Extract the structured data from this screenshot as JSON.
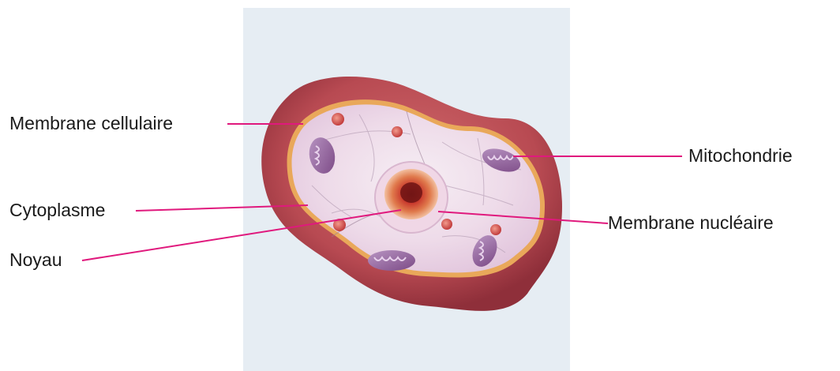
{
  "labels": {
    "membrane_cellulaire": "Membrane cellulaire",
    "cytoplasme": "Cytoplasme",
    "noyau": "Noyau",
    "mitochondrie": "Mitochondrie",
    "membrane_nucleaire": "Membrane nucléaire"
  },
  "colors": {
    "leader_line": "#e0197d",
    "background_panel": "#e6edf3",
    "cell_outer": "#b84a52",
    "cell_rim": "#e9a85a",
    "cytoplasm": "#f1e2ee",
    "nucleus": "#d2473a",
    "organelle": "#9e6ca4"
  }
}
